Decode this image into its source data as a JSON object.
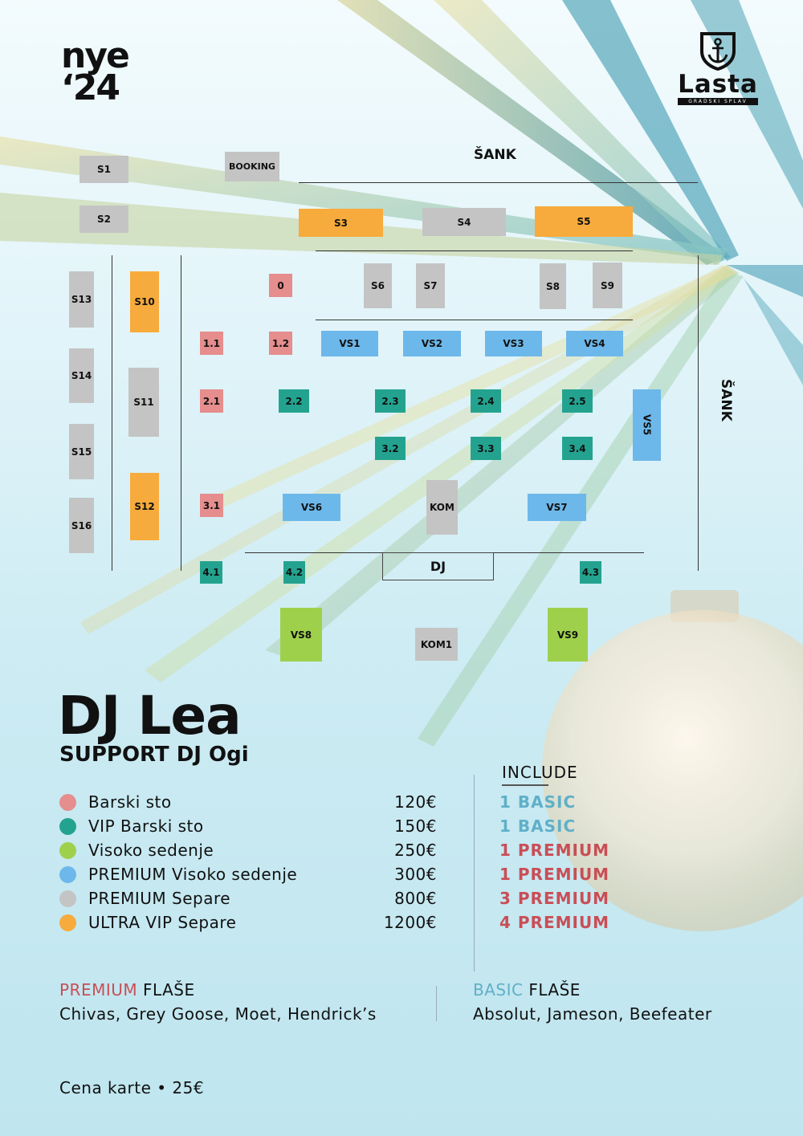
{
  "event": {
    "line1": "nye",
    "line2": "‘24"
  },
  "logo": {
    "name": "Lasta",
    "sub": "GRADSKI SPLAV",
    "icon": "anchor-shield-icon"
  },
  "floor_map": {
    "bar_top": "ŠANK",
    "bar_right": "ŠANK",
    "dj": "DJ",
    "seats": {
      "s1": "S1",
      "booking": "BOOKING",
      "s2": "S2",
      "s3": "S3",
      "s4": "S4",
      "s5": "S5",
      "s6": "S6",
      "s7": "S7",
      "s8": "S8",
      "s9": "S9",
      "s10": "S10",
      "s11": "S11",
      "s12": "S12",
      "s13": "S13",
      "s14": "S14",
      "s15": "S15",
      "s16": "S16",
      "t0": "0",
      "t11": "1.1",
      "t12": "1.2",
      "t21": "2.1",
      "t22": "2.2",
      "t23": "2.3",
      "t24": "2.4",
      "t25": "2.5",
      "t32": "3.2",
      "t33": "3.3",
      "t34": "3.4",
      "t31": "3.1",
      "t41": "4.1",
      "t42": "4.2",
      "t43": "4.3",
      "vs1": "VS1",
      "vs2": "VS2",
      "vs3": "VS3",
      "vs4": "VS4",
      "vs5": "VS5",
      "vs6": "VS6",
      "vs7": "VS7",
      "vs8": "VS8",
      "vs9": "VS9",
      "kom": "KOM",
      "kom1": "KOM1"
    }
  },
  "headliner": "DJ Lea",
  "support": "SUPPORT DJ Ogi",
  "colors": {
    "red": "#e68d8d",
    "teal": "#23a38f",
    "green": "#9fd04c",
    "blue": "#6db8ea",
    "gray": "#c4c4c4",
    "orange": "#f7ab3c",
    "basic_text": "#5fb0c8",
    "premium_text": "#c94e56"
  },
  "legend": [
    {
      "label": "Barski sto",
      "price": "120€",
      "include": "1 BASIC",
      "tier": "basic",
      "color": "#e68d8d"
    },
    {
      "label": "VIP Barski sto",
      "price": "150€",
      "include": "1 BASIC",
      "tier": "basic",
      "color": "#23a38f"
    },
    {
      "label": "Visoko sedenje",
      "price": "250€",
      "include": "1 PREMIUM",
      "tier": "premium",
      "color": "#9fd04c"
    },
    {
      "label": "PREMIUM Visoko sedenje",
      "price": "300€",
      "include": "1 PREMIUM",
      "tier": "premium",
      "color": "#6db8ea"
    },
    {
      "label": "PREMIUM Separe",
      "price": "800€",
      "include": "3 PREMIUM",
      "tier": "premium",
      "color": "#c4c4c4"
    },
    {
      "label": "ULTRA VIP Separe",
      "price": "1200€",
      "include": "4 PREMIUM",
      "tier": "premium",
      "color": "#f7ab3c"
    }
  ],
  "include_heading": "INCLUDE",
  "premium_bottles": {
    "label_colored": "PREMIUM",
    "label_rest": " FLAŠE",
    "list": "Chivas, Grey Goose, Moet, Hendrick’s"
  },
  "basic_bottles": {
    "label_colored": "BASIC",
    "label_rest": " FLAŠE",
    "list": "Absolut, Jameson, Beefeater"
  },
  "ticket": "Cena karte  • 25€"
}
